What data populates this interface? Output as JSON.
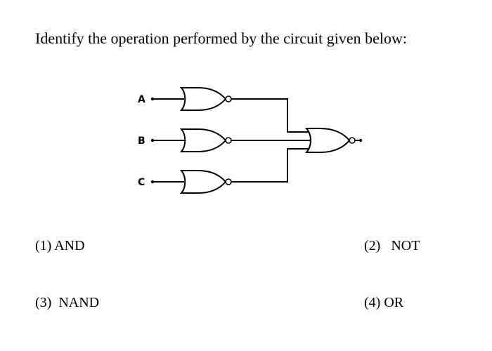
{
  "question": {
    "text": "Identify the operation performed by the circuit given below:"
  },
  "circuit": {
    "inputs": [
      {
        "label": "A"
      },
      {
        "label": "B"
      },
      {
        "label": "C"
      }
    ],
    "input_gates": "NOR",
    "output_gate": "NOR"
  },
  "options": [
    {
      "text": "(1) AND"
    },
    {
      "text": "(2)   NOT"
    },
    {
      "text": "(3)  NAND"
    },
    {
      "text": "(4) OR"
    }
  ]
}
